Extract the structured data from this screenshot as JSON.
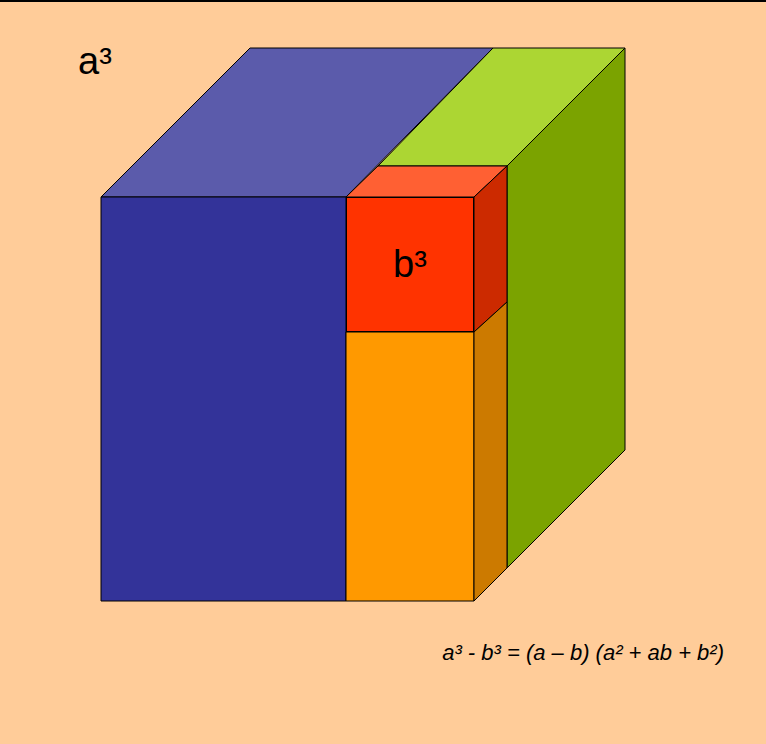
{
  "diagram": {
    "caption": "a³ - b³ = (a – b) (a² + ab + b²)",
    "nodes": [
      {
        "text": [
          "b³"
        ]
      }
    ],
    "labels": [
      "a³"
    ]
  }
}
